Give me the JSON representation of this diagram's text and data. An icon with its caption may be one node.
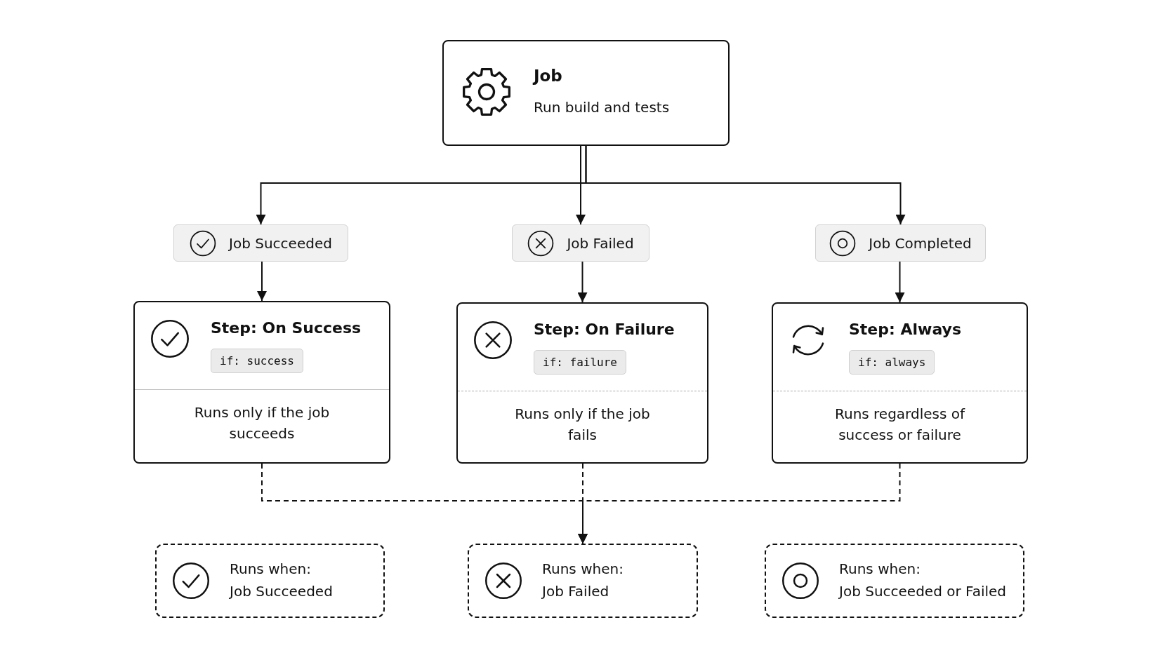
{
  "diagram": {
    "nodes": [
      {
        "text": [
          "Job",
          "Run build and tests"
        ]
      },
      {
        "text": [
          "Job Succeeded"
        ]
      },
      {
        "text": [
          "Job Failed"
        ]
      },
      {
        "text": [
          "Job Completed"
        ]
      },
      {
        "text": [
          "Step: On Success",
          "if: success",
          "Runs only if the job succeeds"
        ]
      },
      {
        "text": [
          "Step: On Failure",
          "if: failure",
          "Runs only if the job fails"
        ]
      },
      {
        "text": [
          "Step: Always",
          "if: always",
          "Runs regardless of success or failure"
        ]
      },
      {
        "text": [
          "Runs when:",
          "Job Succeeded"
        ]
      },
      {
        "text": [
          "Runs when:",
          "Job Failed"
        ]
      },
      {
        "text": [
          "Runs when:",
          "Job Succeeded or Failed"
        ]
      }
    ],
    "edges": [
      {
        "from": 0,
        "to": 1,
        "arrow": "to"
      },
      {
        "from": 0,
        "to": 2,
        "arrow": "to"
      },
      {
        "from": 0,
        "to": 3,
        "arrow": "to"
      },
      {
        "from": 1,
        "to": 4,
        "arrow": "to"
      },
      {
        "from": 2,
        "to": 5,
        "arrow": "to"
      },
      {
        "from": 3,
        "to": 6,
        "arrow": "to"
      },
      {
        "from": 4,
        "to": 8,
        "arrow": "to",
        "style": "dashed"
      },
      {
        "from": 5,
        "to": 8,
        "arrow": "to",
        "style": "dashed"
      },
      {
        "from": 6,
        "to": 8,
        "arrow": "to",
        "style": "dashed"
      }
    ]
  }
}
